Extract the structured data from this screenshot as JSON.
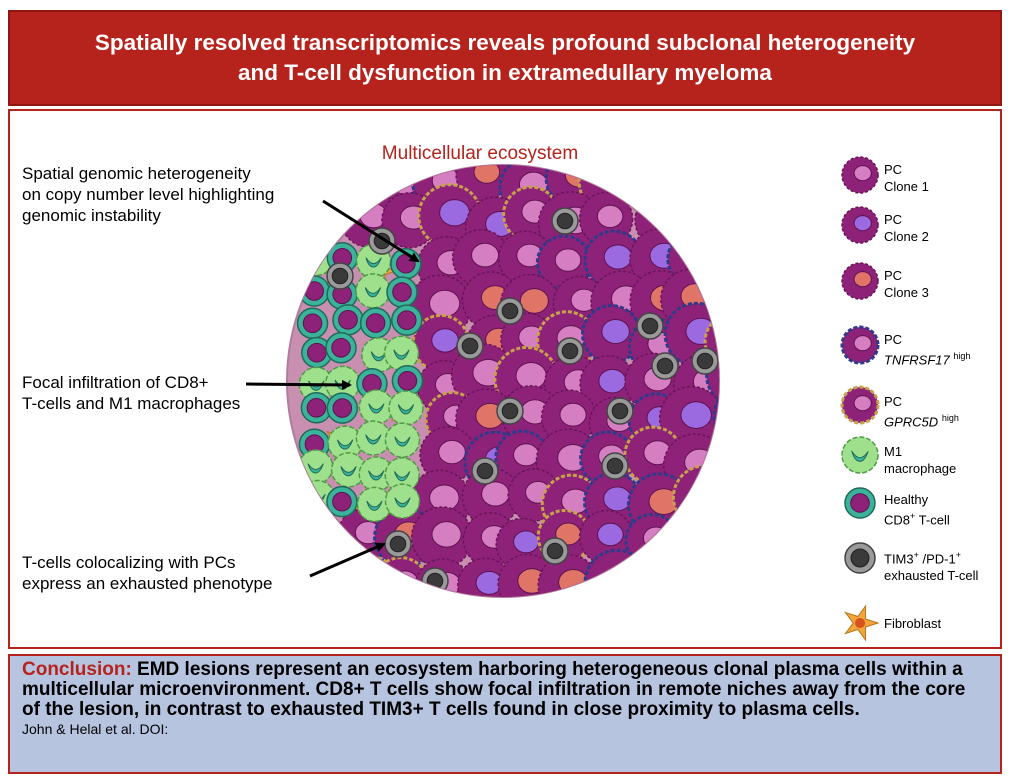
{
  "header": {
    "title_line1": "Spatially resolved transcriptomics reveals profound subclonal heterogeneity",
    "title_line2": "and T-cell dysfunction in extramedullary myeloma"
  },
  "main": {
    "ecosystem_title": "Multicellular ecosystem",
    "annotations": [
      {
        "lines": [
          "Spatial genomic heterogeneity",
          "on copy number level highlighting",
          "genomic instability"
        ]
      },
      {
        "lines": [
          "Focal infiltration of CD8+",
          "T-cells and M1 macrophages"
        ]
      },
      {
        "lines": [
          "T-cells colocalizing with PCs",
          "express an exhausted phenotype"
        ]
      }
    ]
  },
  "legend": {
    "items": [
      {
        "icon": "pc-clone1-icon",
        "line1": "PC",
        "line2": "Clone 1"
      },
      {
        "icon": "pc-clone2-icon",
        "line1": "PC",
        "line2": "Clone 2"
      },
      {
        "icon": "pc-clone3-icon",
        "line1": "PC",
        "line2": "Clone 3"
      },
      {
        "icon": "pc-tnfrsf17-icon",
        "line1": "PC",
        "line2": "TNFRSF17",
        "sup": "high"
      },
      {
        "icon": "pc-gprc5d-icon",
        "line1": "PC",
        "line2": "GPRC5D",
        "sup": "high"
      },
      {
        "icon": "m1-macrophage-icon",
        "line1": "M1",
        "line2": "macrophage"
      },
      {
        "icon": "healthy-tcell-icon",
        "line1": "Healthy",
        "line2a": "CD8",
        "line2sup": "+",
        "line2b": " T-cell"
      },
      {
        "icon": "exhausted-tcell-icon",
        "line1a": "TIM3",
        "line1sup1": "+",
        "line1b": " /PD-1",
        "line1sup2": "+",
        "line2": "exhausted T-cell"
      },
      {
        "icon": "fibroblast-icon",
        "line1": "Fibroblast"
      }
    ]
  },
  "conclusion": {
    "label": "Conclusion:",
    "text": " EMD lesions represent an ecosystem harboring heterogeneous clonal plasma cells within a multicellular microenvironment. CD8+ T cells show focal infiltration in remote niches away from the core of the lesion, in contrast to exhausted TIM3+ T cells found in close proximity to plasma cells.",
    "citation": "John & Helal et al. DOI:"
  },
  "colors": {
    "brand_red": "#b5231c",
    "conclusion_bg": "#b7c4e0",
    "pc_body": "#8e2279",
    "pc_clone1_nucleus": "#d67ec2",
    "pc_clone2_nucleus": "#9b6ae0",
    "pc_clone3_nucleus": "#e07466",
    "tnfrsf17_outline": "#2e3a8a",
    "gprc5d_outline": "#c7a24a",
    "macrophage": "#9fe08c",
    "tcell": "#3bb39a",
    "exhausted_tcell": "#6e6e6e",
    "fibroblast": "#f0a63a",
    "lesion_background": "#c98fb1"
  }
}
